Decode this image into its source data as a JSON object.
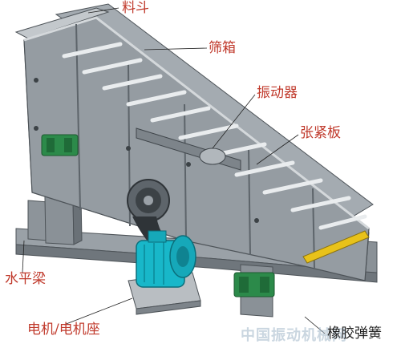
{
  "labels": {
    "hopper": "料斗",
    "screen_box": "筛箱",
    "vibrator": "振动器",
    "tension_plate": "张紧板",
    "horizontal_beam": "水平梁",
    "motor": "电机/电机座",
    "rubber_spring": "橡胶弹簧"
  },
  "watermark": "中国振动机械网",
  "colors": {
    "label": "#c0392b",
    "frame": "#8f969c",
    "frame_dark": "#5d646a",
    "frame_light": "#b9bec2",
    "motor": "#18b7c9",
    "spring_mount": "#2c8a4a",
    "tension_bar": "#e8c21a"
  }
}
